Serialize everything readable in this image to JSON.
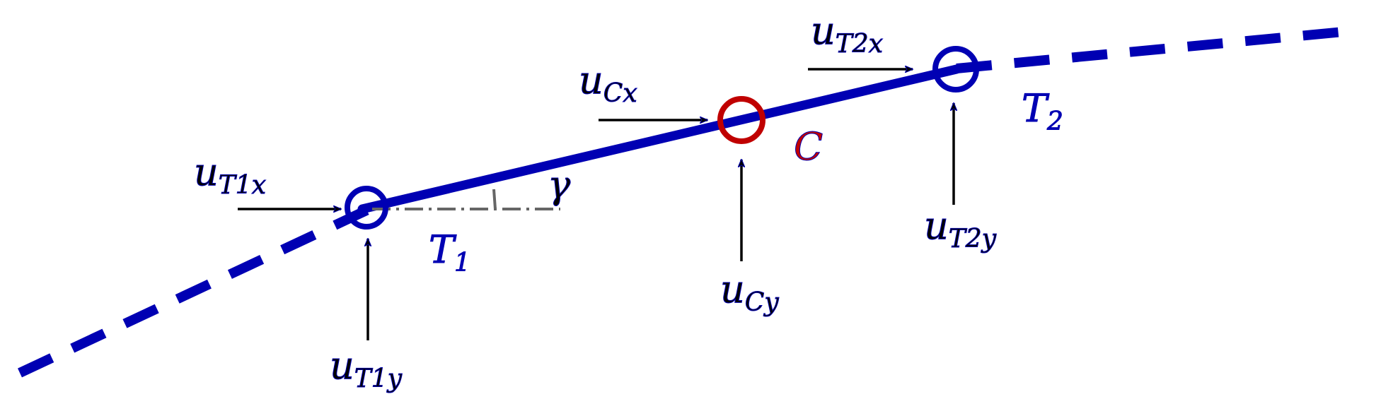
{
  "colors": {
    "beam": "#0000b3",
    "node_c": "#c00000",
    "arrow": "#000000",
    "reference_line": "#666666"
  },
  "labels": {
    "u": "u",
    "T": "T",
    "C": "C",
    "gamma": "γ",
    "sub_T1x": "T1x",
    "sub_T1y": "T1y",
    "sub_T2x": "T2x",
    "sub_T2y": "T2y",
    "sub_Cx": "Cx",
    "sub_Cy": "Cy",
    "sub_1": "1",
    "sub_2": "2"
  }
}
